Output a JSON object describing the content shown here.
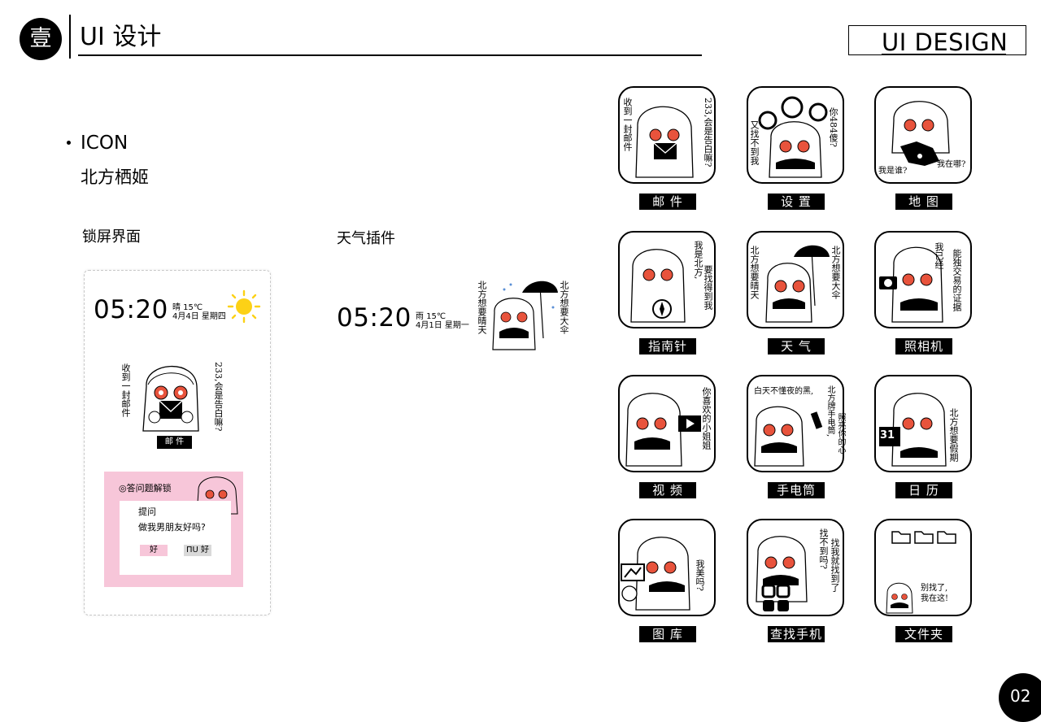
{
  "header": {
    "section_mark": "壹",
    "title": "UI 设计",
    "title_en": "UI DESIGN"
  },
  "intro": {
    "icon_heading": "ICON",
    "character_name": "北方栖姬"
  },
  "lock_screen": {
    "label": "锁屏界面",
    "time": "05:20",
    "weather": "晴  15℃",
    "date": "4月4日 星期四",
    "speech_left": "收到一封邮件",
    "speech_right": "233,会是告白嘛?",
    "mail_tag": "邮 件",
    "unlock": {
      "title": "◎答问题解锁",
      "question_label": "提问",
      "question": "做我男朋友好吗?",
      "yes": "好",
      "no": "ΠU 好"
    }
  },
  "weather_widget": {
    "label": "天气插件",
    "time": "05:20",
    "weather": "雨 15℃",
    "date": "4月1日 星期一",
    "speech_left": "北方想要晴天",
    "speech_right": "北方想要大伞"
  },
  "icons": [
    {
      "label": "邮 件",
      "texts": [
        "收到一封邮件",
        "233,会是告白嘛?"
      ]
    },
    {
      "label": "设 置",
      "texts": [
        "又找不到我",
        "你484傻?"
      ]
    },
    {
      "label": "地 图",
      "texts": [
        "我是谁?",
        "我在哪?"
      ]
    },
    {
      "label": "指南针",
      "texts": [
        "我是北方,",
        "要找得到我"
      ]
    },
    {
      "label": "天 气",
      "texts": [
        "北方想要晴天",
        "北方想要大伞"
      ]
    },
    {
      "label": "照相机",
      "texts": [
        "我已经",
        "能独交易的证据"
      ]
    },
    {
      "label": "视 频",
      "texts": [
        "你喜欢的小姐姐"
      ]
    },
    {
      "label": "手电筒",
      "texts": [
        "白天不懂夜的黑,",
        "北方牌手电筒,",
        "照亮你的心"
      ]
    },
    {
      "label": "日 历",
      "texts": [
        "北方想要假期"
      ]
    },
    {
      "label": "图 库",
      "texts": [
        "我美吗?"
      ]
    },
    {
      "label": "查找手机",
      "texts": [
        "找不到吗?",
        "找我就找到了"
      ]
    },
    {
      "label": "文件夹",
      "texts": [
        "别找了,",
        "我在这!"
      ]
    }
  ],
  "calendar_day": "31",
  "page_number": "02",
  "colors": {
    "accent_sun": "#fcd116",
    "eye_red": "#e8533c",
    "pink_panel": "#f7c6d9",
    "pill_pink": "#f7c6d9",
    "pill_gray": "#d9d9d9"
  }
}
